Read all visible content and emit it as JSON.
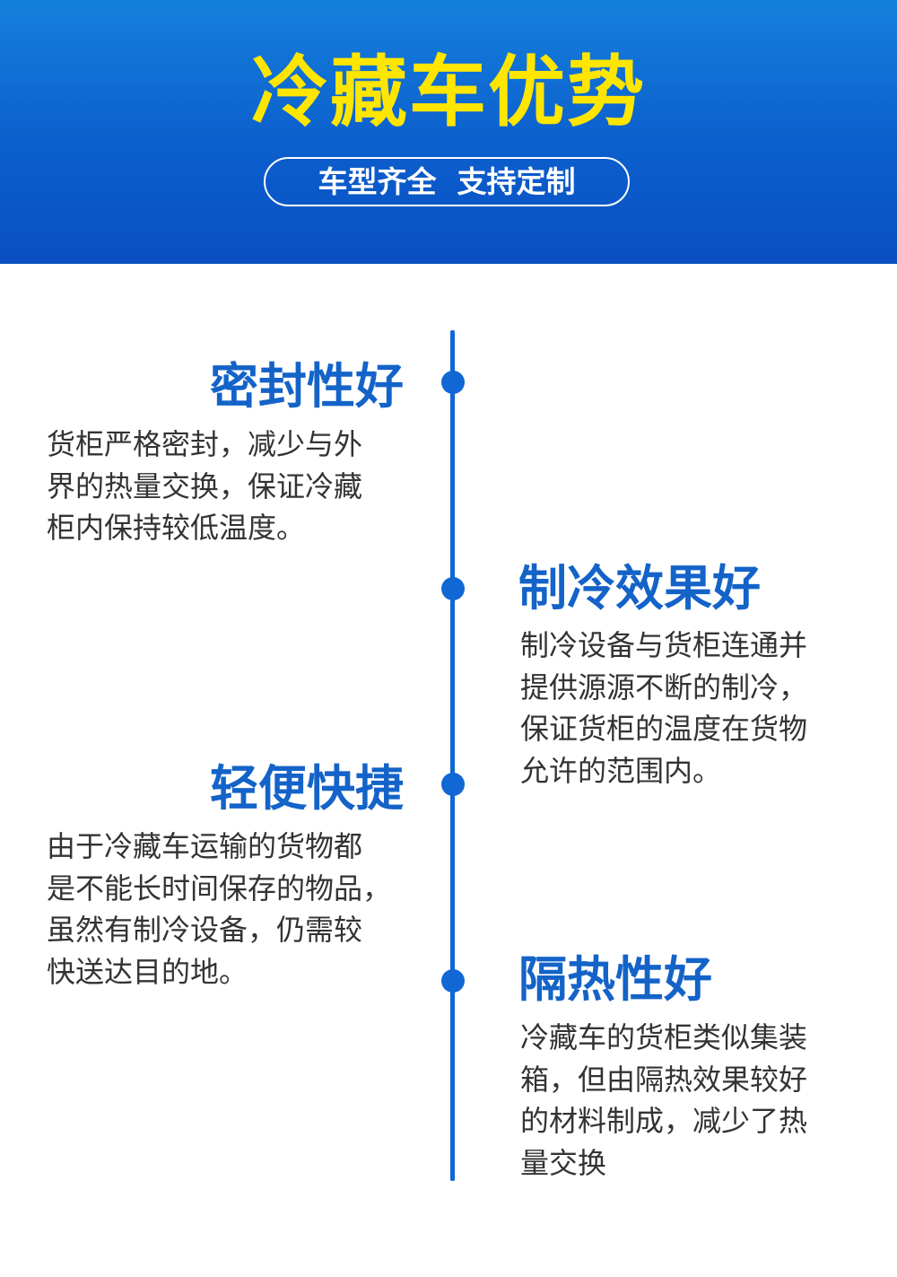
{
  "header": {
    "title": "冷藏车优势",
    "subtitle": "车型齐全  支持定制"
  },
  "items": [
    {
      "title": "密封性好",
      "lines": [
        "货柜严格密封，减少与外",
        "界的热量交换，保证冷藏",
        "柜内保持较低温度。"
      ]
    },
    {
      "title": "制冷效果好",
      "lines": [
        "制冷设备与货柜连通并",
        "提供源源不断的制冷，",
        "保证货柜的温度在货物",
        "允许的范围内。"
      ]
    },
    {
      "title": "轻便快捷",
      "lines": [
        "由于冷藏车运输的货物都",
        "是不能长时间保存的物品，",
        "虽然有制冷设备，仍需较",
        "快送达目的地。"
      ]
    },
    {
      "title": "隔热性好",
      "lines": [
        "冷藏车的货柜类似集装",
        "箱，但由隔热效果较好",
        "的材料制成，减少了热",
        "量交换"
      ]
    }
  ],
  "colors": {
    "header_gradient_top": "#1580dc",
    "header_gradient_bottom": "#0a4fc2",
    "title_yellow": "#ffe600",
    "accent_blue": "#1463c8",
    "body_text": "#333333"
  }
}
